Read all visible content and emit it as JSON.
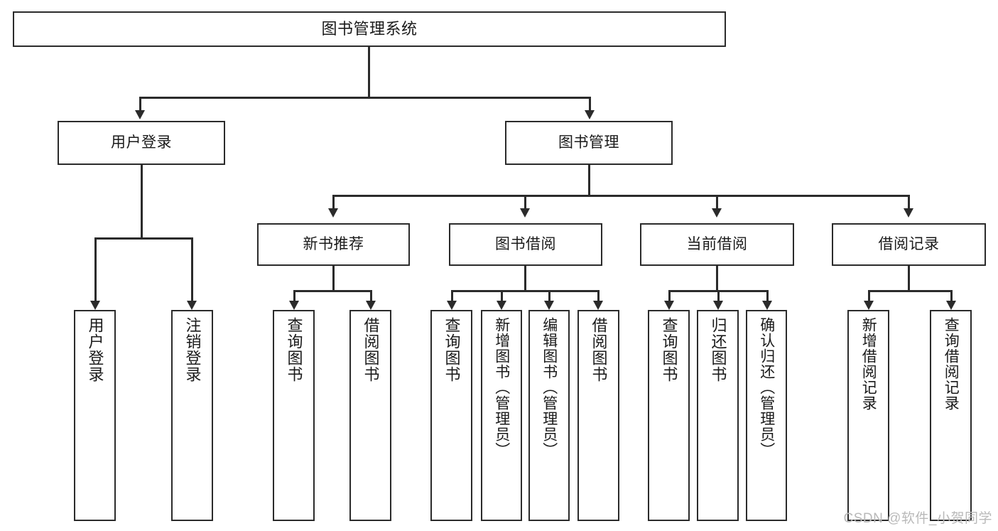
{
  "diagram": {
    "title": "图书管理系统",
    "type": "functional-structure-tree",
    "root": {
      "label": "图书管理系统"
    },
    "level2": [
      {
        "id": "user-login",
        "label": "用户登录"
      },
      {
        "id": "book-management",
        "label": "图书管理"
      }
    ],
    "level3": [
      {
        "id": "new-book-recommend",
        "label": "新书推荐",
        "parent": "book-management"
      },
      {
        "id": "book-borrow",
        "label": "图书借阅",
        "parent": "book-management"
      },
      {
        "id": "current-borrow",
        "label": "当前借阅",
        "parent": "book-management"
      },
      {
        "id": "borrow-record",
        "label": "借阅记录",
        "parent": "book-management"
      }
    ],
    "leaves": [
      {
        "id": "leaf-user-login",
        "label": "用户登录",
        "parent": "user-login"
      },
      {
        "id": "leaf-logout-login",
        "label": "注销登录",
        "parent": "user-login"
      },
      {
        "id": "leaf-query-book-1",
        "label": "查询图书",
        "parent": "new-book-recommend"
      },
      {
        "id": "leaf-borrow-book-1",
        "label": "借阅图书",
        "parent": "new-book-recommend"
      },
      {
        "id": "leaf-query-book-2",
        "label": "查询图书",
        "parent": "book-borrow"
      },
      {
        "id": "leaf-add-book",
        "label": "新增图书（管理员）",
        "parent": "book-borrow"
      },
      {
        "id": "leaf-edit-book",
        "label": "编辑图书（管理员）",
        "parent": "book-borrow"
      },
      {
        "id": "leaf-borrow-book-2",
        "label": "借阅图书",
        "parent": "book-borrow"
      },
      {
        "id": "leaf-query-book-3",
        "label": "查询图书",
        "parent": "current-borrow"
      },
      {
        "id": "leaf-return-book",
        "label": "归还图书",
        "parent": "current-borrow"
      },
      {
        "id": "leaf-confirm-return",
        "label": "确认归还（管理员）",
        "parent": "current-borrow"
      },
      {
        "id": "leaf-add-record",
        "label": "新增借阅记录",
        "parent": "borrow-record"
      },
      {
        "id": "leaf-query-record",
        "label": "查询借阅记录",
        "parent": "borrow-record"
      }
    ]
  },
  "watermark": {
    "text": "CSDN @软件_小贺同学"
  },
  "colors": {
    "line": "#2b2b2b",
    "box_fill": "#ffffff",
    "text": "#1a1a1a",
    "watermark": "#b9b9b9",
    "background": "#ffffff"
  }
}
